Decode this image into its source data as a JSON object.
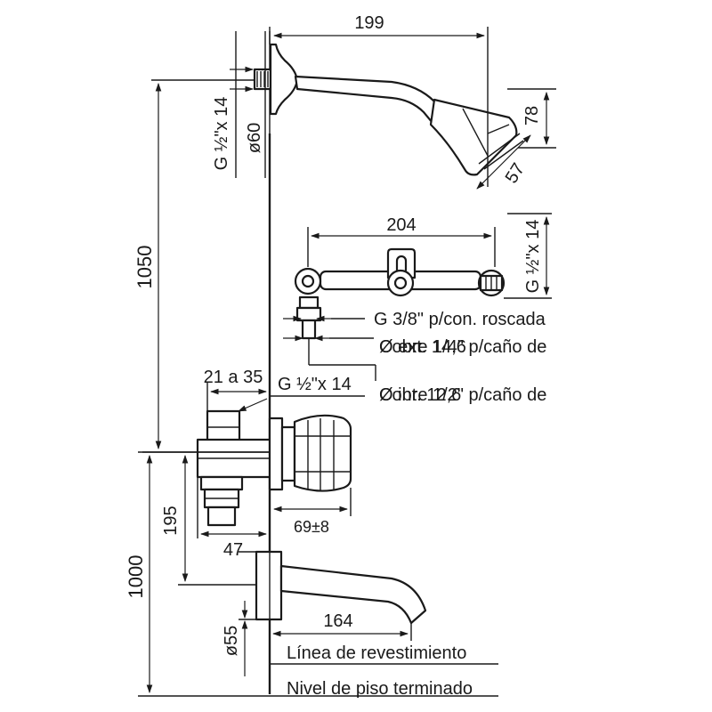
{
  "dimensions": {
    "shower_arm_length": "199",
    "shower_head_diameter": "78",
    "shower_head_depth": "57",
    "flange_thread": "G ½\"x 14",
    "flange_diameter": "ø60",
    "shower_height": "1050",
    "valve_width": "204",
    "valve_side_thread": "G ½\"x 14",
    "connection_label": "G 3/8\" p/con. roscada",
    "connection_outer_a": "Cobre 1/4\" p/caño de",
    "connection_outer_b": "Ø ext. 14,6",
    "mixer_offset": "21 a 35",
    "mixer_thread": "G ½\"x 14",
    "connection_inner_a": "Cobre 1/2\" p/caño de",
    "connection_inner_b": "Ø int. 12,6",
    "mixer_drop": "195",
    "knob_projection": "69±8",
    "spout_wall_depth": "47",
    "spout_height": "1000",
    "spout_length": "164",
    "spout_diameter": "ø55"
  },
  "notes": {
    "cladding_line": "Línea de revestimiento",
    "finished_floor": "Nivel de piso terminado"
  }
}
